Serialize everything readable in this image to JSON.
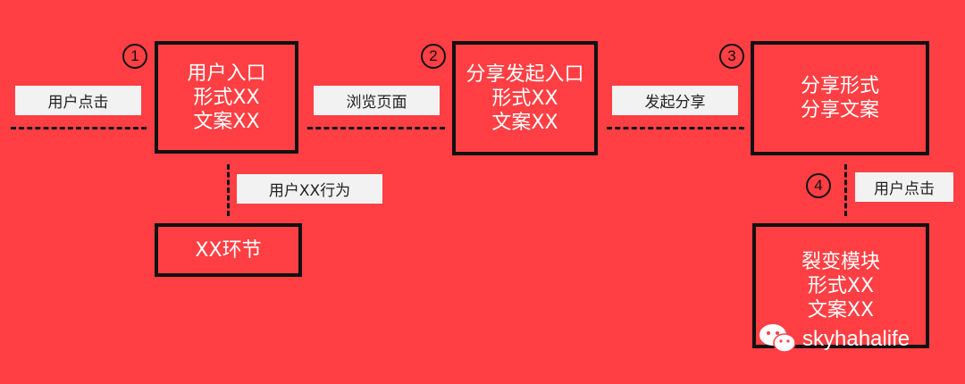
{
  "steps": [
    {
      "number": "1"
    },
    {
      "number": "2"
    },
    {
      "number": "3"
    },
    {
      "number": "4"
    }
  ],
  "boxes": {
    "entry": {
      "lines": [
        "用户入口",
        "形式XX",
        "文案XX"
      ]
    },
    "share_entry": {
      "lines": [
        "分享发起入口",
        "形式XX",
        "文案XX"
      ]
    },
    "share": {
      "lines": [
        "分享形式",
        "分享文案"
      ]
    },
    "fission": {
      "lines": [
        "裂变模块",
        "形式XX",
        "文案XX"
      ]
    },
    "xx_step": {
      "lines": [
        "XX环节"
      ]
    }
  },
  "labels": {
    "user_click_1": "用户点击",
    "browse_page": "浏览页面",
    "initiate_share": "发起分享",
    "user_xx_behavior": "用户XX行为",
    "user_click_2": "用户点击"
  },
  "watermark": {
    "text": "skyhahalife",
    "icon": "wechat-icon"
  },
  "colors": {
    "background": "#ff3f43",
    "border": "#111111",
    "label_bg": "#f2f2f2",
    "text_light": "#ffffff"
  }
}
